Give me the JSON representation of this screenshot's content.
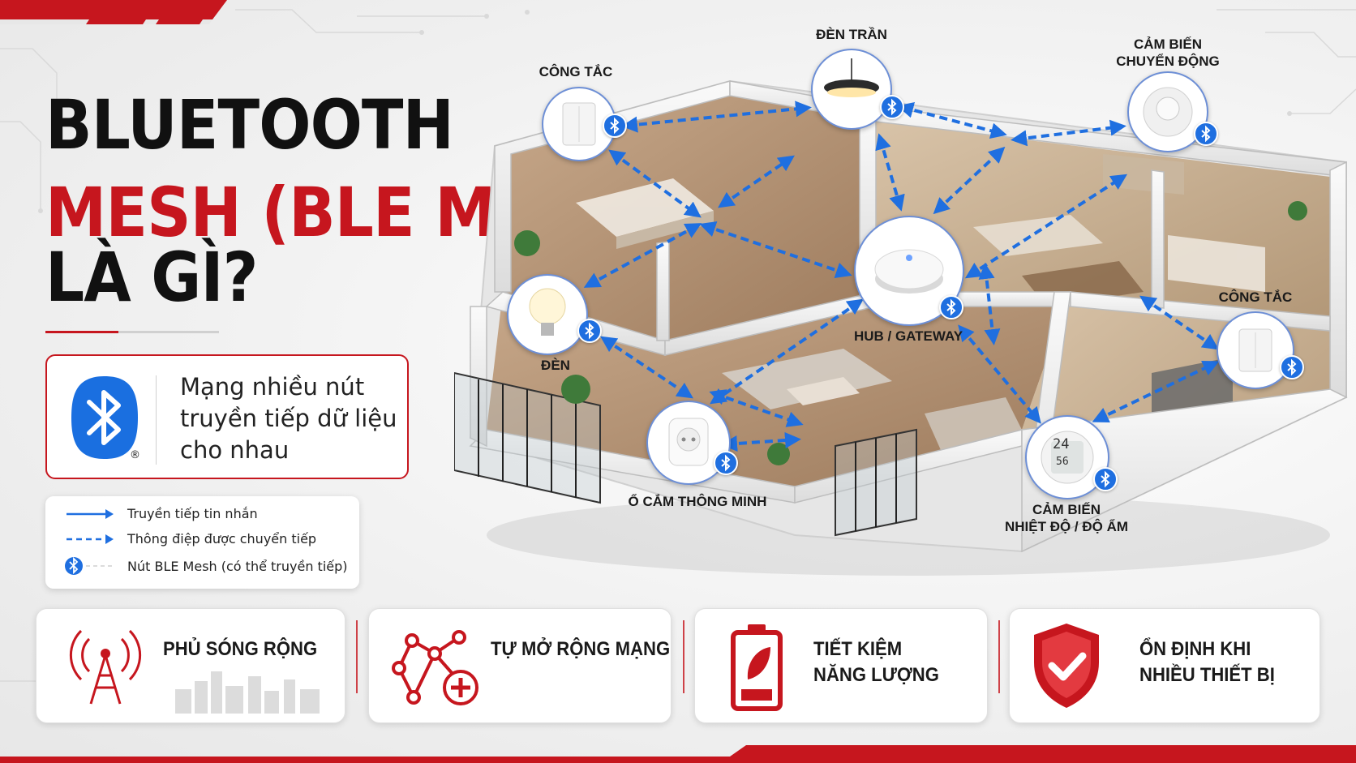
{
  "title": {
    "line1": "BLUETOOTH",
    "line2": "MESH (BLE MESH)",
    "line3": "LÀ GÌ?"
  },
  "definition": {
    "line1": "Mạng nhiều nút",
    "line2": "truyền tiếp dữ liệu",
    "line3": "cho nhau",
    "icon": "bluetooth-logo-icon"
  },
  "legend": {
    "items": [
      {
        "label": "Truyền tiếp tin nhắn",
        "icon": "solid-arrow-icon"
      },
      {
        "label": "Thông điệp được chuyển tiếp",
        "icon": "dashed-arrow-icon"
      },
      {
        "label": "Nút BLE Mesh (có thể truyền tiếp)",
        "icon": "bluetooth-node-icon"
      }
    ]
  },
  "nodes": {
    "switch_left": "CÔNG TẮC",
    "ceiling_light": "ĐÈN TRẦN",
    "motion_sensor_line1": "CẢM BIẾN",
    "motion_sensor_line2": "CHUYỂN ĐỘNG",
    "bulb": "ĐÈN",
    "hub": "HUB / GATEWAY",
    "switch_right": "CÔNG TẮC",
    "plug": "Ổ CẮM THÔNG MINH",
    "temp_sensor_line1": "CẢM BIẾN",
    "temp_sensor_line2": "NHIỆT ĐỘ / ĐỘ ẨM",
    "temp_reading": "24",
    "humidity_reading": "56"
  },
  "features": [
    {
      "line1": "PHỦ SÓNG RỘNG",
      "line2": "",
      "icon": "signal-tower-icon"
    },
    {
      "line1": "TỰ MỞ RỘNG MẠNG",
      "line2": "",
      "icon": "network-expand-icon"
    },
    {
      "line1": "TIẾT KIỆM",
      "line2": "NĂNG LƯỢNG",
      "icon": "eco-battery-icon"
    },
    {
      "line1": "ỔN ĐỊNH KHI",
      "line2": "NHIỀU THIẾT BỊ",
      "icon": "shield-check-icon"
    }
  ],
  "colors": {
    "accent_red": "#c6161e",
    "bluetooth_blue": "#1f6fe0",
    "text_dark": "#111111"
  }
}
